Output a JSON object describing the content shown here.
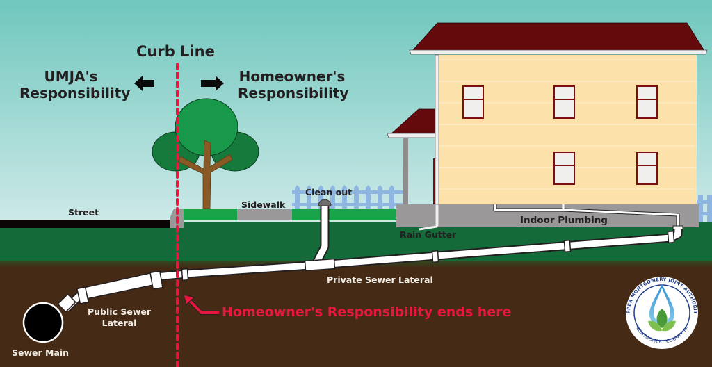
{
  "title": "Curb Line",
  "left_zone": {
    "label_line1": "UMJA's",
    "label_line2": "Responsibility",
    "arrow": "arrow-left-icon"
  },
  "right_zone": {
    "label_line1": "Homeowner's",
    "label_line2": "Responsibility",
    "arrow": "arrow-right-icon"
  },
  "labels": {
    "street": "Street",
    "sidewalk": "Sidewalk",
    "clean_out": "Clean out",
    "rain_gutter": "Rain Gutter",
    "indoor_plumbing": "Indoor Plumbing",
    "private_lateral": "Private Sewer Lateral",
    "public_lateral_line1": "Public Sewer",
    "public_lateral_line2": "Lateral",
    "sewer_main": "Sewer Main",
    "callout": "Homeowner's Responsibility ends here"
  },
  "logo": {
    "top_text": "UPPER MONTGOMERY JOINT AUTHORITY",
    "bottom_text": "MONTGOMERY COUNTY PA"
  },
  "colors": {
    "sky_top": "#6fc7bd",
    "sky_bottom": "#c8e8e6",
    "grass": "#146b39",
    "lawn": "#19a44a",
    "soil": "#452a15",
    "curb_line": "#e8173f",
    "roof": "#640a0c",
    "house_wall": "#fde1ab",
    "foundation": "#9a9898",
    "pipe": "#ffffff",
    "fence": "#8fb6e0"
  }
}
